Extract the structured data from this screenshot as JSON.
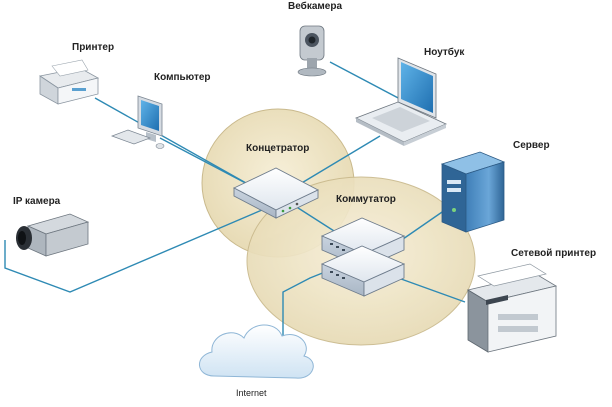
{
  "labels": {
    "printer": "Принтер",
    "computer": "Компьютер",
    "webcam": "Вебкамера",
    "laptop": "Ноутбук",
    "hub": "Концетратор",
    "switch": "Коммутатор",
    "server": "Сервер",
    "ip_camera": "IP камера",
    "network_printer": "Сетевой принтер",
    "internet": "Internet"
  },
  "colors": {
    "link": "#2e8ab4",
    "zone_fill": "#ede3c4",
    "zone_stroke": "#c9b98c"
  }
}
